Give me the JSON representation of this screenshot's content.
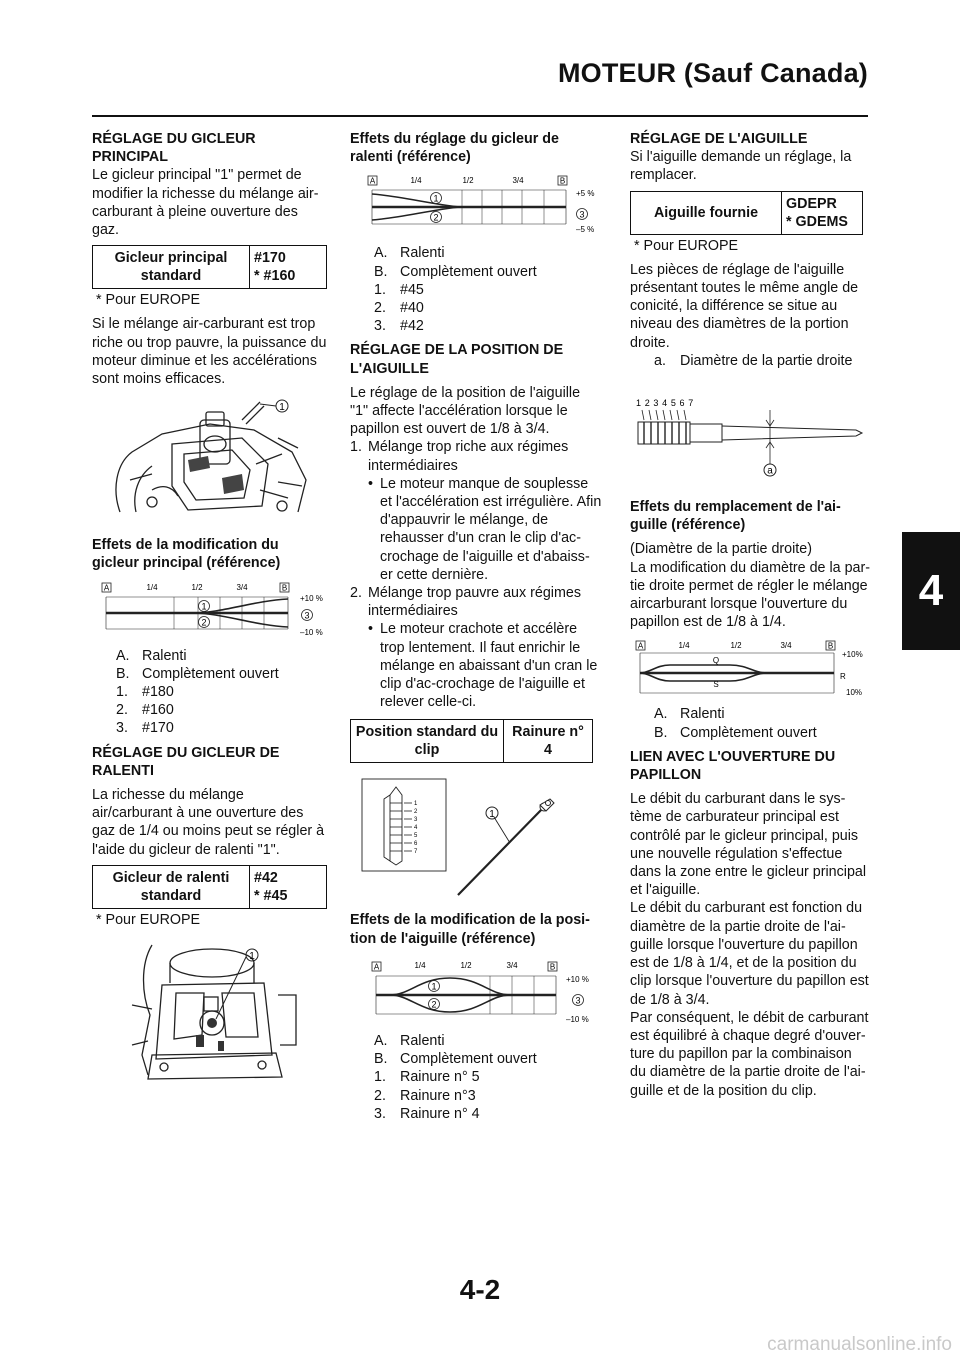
{
  "header": {
    "title": "MOTEUR (Sauf Canada)",
    "chapter": "4"
  },
  "footer": {
    "page_number": "4-2",
    "watermark": "carmanualsonline.info"
  },
  "col1": {
    "s1_title": "RÉGLAGE DU GICLEUR PRINCIPAL",
    "s1_body": "Le gicleur principal \"1\" permet de modifier la richesse du mélange air-carburant à pleine ouverture des gaz.",
    "table1": {
      "label": "Gicleur principal standard",
      "value1": "#170",
      "value2": "* #160"
    },
    "table1_note": "* Pour EUROPE",
    "s1_body2": "Si le mélange air-carburant est trop riche ou trop pauvre, la puissance du moteur diminue et les accélérations sont moins efficaces.",
    "fig1_callout": "1",
    "s2_title": "Effets de la modification du gicleur principal (référence)",
    "chart1": {
      "A": "A",
      "B": "B",
      "t1": "1/4",
      "t2": "1/2",
      "t3": "3/4",
      "c1": "1",
      "c2": "2",
      "c3": "3",
      "plus": "+10 %",
      "minus": "–10 %"
    },
    "legend": [
      {
        "k": "A.",
        "v": "Ralenti"
      },
      {
        "k": "B.",
        "v": "Complètement ouvert"
      },
      {
        "k": "1.",
        "v": "#180"
      },
      {
        "k": "2.",
        "v": "#160"
      },
      {
        "k": "3.",
        "v": "#170"
      }
    ],
    "s3_title": "RÉGLAGE DU GICLEUR DE RALENTI",
    "s3_body": "La richesse du mélange air/carburant à une ouverture des gaz de 1/4 ou moins peut se régler à l'aide du gicleur de ralenti \"1\".",
    "table2": {
      "label": "Gicleur de ralenti standard",
      "value1": "#42",
      "value2": "* #45"
    },
    "table2_note": "* Pour EUROPE",
    "fig2_callout": "1"
  },
  "col2": {
    "s1_title": "Effets du réglage du gicleur de ralenti (référence)",
    "chart2": {
      "A": "A",
      "B": "B",
      "t1": "1/4",
      "t2": "1/2",
      "t3": "3/4",
      "c1": "1",
      "c2": "2",
      "c3": "3",
      "plus": "+5 %",
      "minus": "–5 %"
    },
    "legend1": [
      {
        "k": "A.",
        "v": "Ralenti"
      },
      {
        "k": "B.",
        "v": "Complètement ouvert"
      },
      {
        "k": "1.",
        "v": "#45"
      },
      {
        "k": "2.",
        "v": "#40"
      },
      {
        "k": "3.",
        "v": "#42"
      }
    ],
    "s2_title": "RÉGLAGE DE LA POSITION DE L'AIGUILLE",
    "s2_body": "Le réglage de la position de l'aiguille \"1\" affecte l'accélération lorsque le papillon est ouvert de 1/8 à 3/4.",
    "item1": "Mélange trop riche aux régimes intermédiaires",
    "item1_bullet": "Le moteur manque de souplesse et l'accélération est irrégulière. Afin d'appauvrir le mélange, de rehausser d'un cran le clip d'ac-crochage de l'aiguille et d'abaiss-er cette dernière.",
    "item2": "Mélange trop pauvre aux régimes intermédiaires",
    "item2_bullet": "Le moteur crachote et accélère trop lentement. Il faut enrichir le mélange en abaissant d'un cran le clip d'ac-crochage de l'aiguille et relever celle-ci.",
    "table3": {
      "label": "Position standard du clip",
      "value": "Rainure n° 4"
    },
    "fig3_callout": "1",
    "fig3_marks": [
      "1",
      "2",
      "3",
      "4",
      "5",
      "6",
      "7"
    ],
    "s3_title": "Effets de la modification de la posi-tion de l'aiguille (référence)",
    "chart3": {
      "A": "A",
      "B": "B",
      "t1": "1/4",
      "t2": "1/2",
      "t3": "3/4",
      "c1": "1",
      "c2": "2",
      "c3": "3",
      "plus": "+10 %",
      "minus": "–10 %"
    },
    "legend2": [
      {
        "k": "A.",
        "v": "Ralenti"
      },
      {
        "k": "B.",
        "v": "Complètement ouvert"
      },
      {
        "k": "1.",
        "v": "Rainure n° 5"
      },
      {
        "k": "2.",
        "v": "Rainure n°3"
      },
      {
        "k": "3.",
        "v": "Rainure n° 4"
      }
    ]
  },
  "col3": {
    "s1_title": "RÉGLAGE DE L'AIGUILLE",
    "s1_body": "Si l'aiguille demande un réglage, la remplacer.",
    "table4": {
      "label": "Aiguille fournie",
      "value1": "GDEPR",
      "value2": "* GDEMS"
    },
    "table4_note": "* Pour EUROPE",
    "s1_body2": "Les pièces de réglage de l'aiguille présentant toutes le même angle de conicité, la différence se situe au niveau des diamètres de la portion droite.",
    "sub_a": {
      "k": "a.",
      "v": "Diamètre de la partie droite"
    },
    "fig4_numbers": "1 2 3 4 5 6 7",
    "fig4_callout": "a",
    "s2_title": "Effets du remplacement de l'ai-guille (référence)",
    "s2_sub": "(Diamètre de la partie droite)",
    "s2_body": "La modification du diamètre de la par-tie droite permet de régler le mélange aircarburant lorsque l'ouverture du papillon est de 1/8 à 1/4.",
    "chart4": {
      "A": "A",
      "B": "B",
      "t1": "1/4",
      "t2": "1/2",
      "t3": "3/4",
      "q": "Q",
      "r": "R",
      "s": "S",
      "plus": "+10%",
      "minus": "10%"
    },
    "legend": [
      {
        "k": "A.",
        "v": "Ralenti"
      },
      {
        "k": "B.",
        "v": "Complètement ouvert"
      }
    ],
    "s3_title": "LIEN AVEC L'OUVERTURE DU PAPILLON",
    "s3_body1": "Le débit du carburant dans le sys-tème de carburateur principal est contrôlé par le gicleur principal, puis une nouvelle régulation s'effectue dans la zone entre le gicleur principal et l'aiguille.",
    "s3_body2": "Le débit du carburant est fonction du diamètre de la partie droite de l'ai-guille lorsque l'ouverture du papillon est de 1/8 à 1/4, et de la position du clip lorsque l'ouverture du papillon est de 1/8 à 3/4.",
    "s3_body3": "Par conséquent, le débit de carburant est équilibré à chaque degré d'ouver-ture du papillon par la combinaison du diamètre de la partie droite de l'ai-guille et de la position du clip."
  }
}
